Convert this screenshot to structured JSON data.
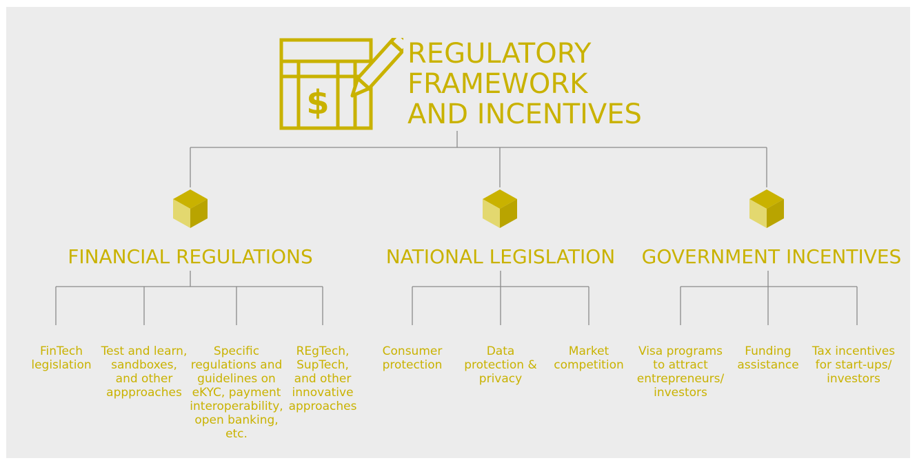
{
  "title": {
    "lines": [
      "REGULATORY",
      "FRAMEWORK",
      "AND INCENTIVES"
    ],
    "icon": "ledger-dollar-pencil-icon"
  },
  "colors": {
    "accent": "#c9b200",
    "cube_light": "#e3d86f",
    "cube_mid": "#d4c334",
    "cube_dark": "#b9a400",
    "connector": "#8a8a8a",
    "background": "#ececec"
  },
  "categories": [
    {
      "label": "FINANCIAL REGULATIONS",
      "items": [
        [
          "FinTech",
          "legislation"
        ],
        [
          "Test and learn,",
          "sandboxes,",
          "and other",
          "appproaches"
        ],
        [
          "Specific",
          "regulations and",
          "guidelines on",
          "eKYC, payment",
          "interoperability,",
          "open banking,",
          "etc."
        ],
        [
          "REgTech,",
          "SupTech,",
          "and other",
          "innovative",
          "approaches"
        ]
      ]
    },
    {
      "label": "NATIONAL LEGISLATION",
      "items": [
        [
          "Consumer",
          "protection"
        ],
        [
          "Data",
          "protection &",
          "privacy"
        ],
        [
          "Market",
          "competition"
        ]
      ]
    },
    {
      "label": "GOVERNMENT INCENTIVES",
      "items": [
        [
          "Visa programs",
          "to attract",
          "entrepreneurs/",
          "investors"
        ],
        [
          "Funding",
          "assistance"
        ],
        [
          "Tax incentives",
          "for start-ups/",
          "investors"
        ]
      ]
    }
  ]
}
